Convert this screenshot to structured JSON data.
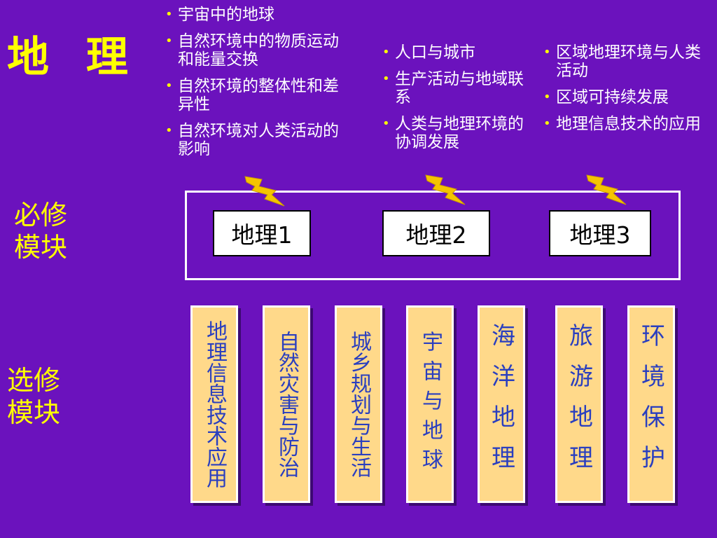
{
  "title": "地 理",
  "required_label": "必修模块",
  "elective_label": "选修模块",
  "module1": {
    "label": "地理1",
    "topics": [
      "宇宙中的地球",
      "自然环境中的物质运动和能量交换",
      "自然环境的整体性和差异性",
      "自然环境对人类活动的影响"
    ]
  },
  "module2": {
    "label": "地理2",
    "topics": [
      "人口与城市",
      "生产活动与地域联系",
      "人类与地理环境的协调发展"
    ]
  },
  "module3": {
    "label": "地理3",
    "topics": [
      "区域地理环境与人类活动",
      "区域可持续发展",
      "地理信息技术的应用"
    ]
  },
  "electives": [
    "地理信息技术应用",
    "自然灾害与防治",
    "城乡规划与生活",
    "宇宙与地球",
    "海洋地理",
    "旅游地理",
    "环境保护"
  ],
  "colors": {
    "background": "#6b12bd",
    "accent": "#ffff00",
    "elective_fill": "#ffd98a",
    "elective_text": "#2a3fbf",
    "bolt": "#f5c400"
  }
}
